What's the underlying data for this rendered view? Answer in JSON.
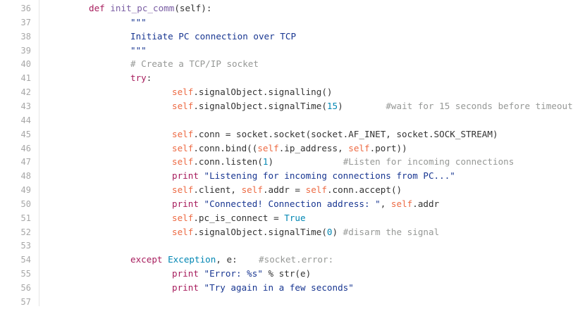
{
  "colors": {
    "keyword": "#a71d5d",
    "function": "#795da3",
    "string": "#183691",
    "comment": "#969896",
    "number": "#0086b3",
    "self": "#ed6a43",
    "class": "#0086b3",
    "text": "#333333",
    "line_number": "#a7a7a7"
  },
  "lines": [
    {
      "n": "36",
      "indent": 1,
      "tokens": [
        {
          "t": "def",
          "c": "kw"
        },
        {
          "t": " ",
          "c": "plain"
        },
        {
          "t": "init_pc_comm",
          "c": "fn"
        },
        {
          "t": "(self):",
          "c": "plain"
        }
      ]
    },
    {
      "n": "37",
      "indent": 2,
      "tokens": [
        {
          "t": "\"\"\"",
          "c": "str"
        }
      ]
    },
    {
      "n": "38",
      "indent": 2,
      "tokens": [
        {
          "t": "Initiate PC connection over TCP",
          "c": "str"
        }
      ]
    },
    {
      "n": "39",
      "indent": 2,
      "tokens": [
        {
          "t": "\"\"\"",
          "c": "str"
        }
      ]
    },
    {
      "n": "40",
      "indent": 2,
      "tokens": [
        {
          "t": "# Create a TCP/IP socket",
          "c": "cm"
        }
      ]
    },
    {
      "n": "41",
      "indent": 2,
      "tokens": [
        {
          "t": "try",
          "c": "kw"
        },
        {
          "t": ":",
          "c": "plain"
        }
      ]
    },
    {
      "n": "42",
      "indent": 3,
      "tokens": [
        {
          "t": "self",
          "c": "self"
        },
        {
          "t": ".signalObject.signalling()",
          "c": "plain"
        }
      ]
    },
    {
      "n": "43",
      "indent": 3,
      "tokens": [
        {
          "t": "self",
          "c": "self"
        },
        {
          "t": ".signalObject.signalTime(",
          "c": "plain"
        },
        {
          "t": "15",
          "c": "num"
        },
        {
          "t": ")",
          "c": "plain"
        },
        {
          "t": "        ",
          "c": "plain"
        },
        {
          "t": "#wait for 15 seconds before timeout",
          "c": "cm"
        }
      ]
    },
    {
      "n": "44",
      "indent": 0,
      "tokens": []
    },
    {
      "n": "45",
      "indent": 3,
      "tokens": [
        {
          "t": "self",
          "c": "self"
        },
        {
          "t": ".conn = socket.socket(socket.AF_INET, socket.SOCK_STREAM)",
          "c": "plain"
        }
      ]
    },
    {
      "n": "46",
      "indent": 3,
      "tokens": [
        {
          "t": "self",
          "c": "self"
        },
        {
          "t": ".conn.bind((",
          "c": "plain"
        },
        {
          "t": "self",
          "c": "self"
        },
        {
          "t": ".ip_address, ",
          "c": "plain"
        },
        {
          "t": "self",
          "c": "self"
        },
        {
          "t": ".port))",
          "c": "plain"
        }
      ]
    },
    {
      "n": "47",
      "indent": 3,
      "tokens": [
        {
          "t": "self",
          "c": "self"
        },
        {
          "t": ".conn.listen(",
          "c": "plain"
        },
        {
          "t": "1",
          "c": "num"
        },
        {
          "t": ")",
          "c": "plain"
        },
        {
          "t": "             ",
          "c": "plain"
        },
        {
          "t": "#Listen for incoming connections",
          "c": "cm"
        }
      ]
    },
    {
      "n": "48",
      "indent": 3,
      "tokens": [
        {
          "t": "print",
          "c": "kw"
        },
        {
          "t": " ",
          "c": "plain"
        },
        {
          "t": "\"Listening for incoming connections from PC...\"",
          "c": "str"
        }
      ]
    },
    {
      "n": "49",
      "indent": 3,
      "tokens": [
        {
          "t": "self",
          "c": "self"
        },
        {
          "t": ".client, ",
          "c": "plain"
        },
        {
          "t": "self",
          "c": "self"
        },
        {
          "t": ".addr = ",
          "c": "plain"
        },
        {
          "t": "self",
          "c": "self"
        },
        {
          "t": ".conn.accept()",
          "c": "plain"
        }
      ]
    },
    {
      "n": "50",
      "indent": 3,
      "tokens": [
        {
          "t": "print",
          "c": "kw"
        },
        {
          "t": " ",
          "c": "plain"
        },
        {
          "t": "\"Connected! Connection address: \"",
          "c": "str"
        },
        {
          "t": ", ",
          "c": "plain"
        },
        {
          "t": "self",
          "c": "self"
        },
        {
          "t": ".addr",
          "c": "plain"
        }
      ]
    },
    {
      "n": "51",
      "indent": 3,
      "tokens": [
        {
          "t": "self",
          "c": "self"
        },
        {
          "t": ".pc_is_connect = ",
          "c": "plain"
        },
        {
          "t": "True",
          "c": "num"
        }
      ]
    },
    {
      "n": "52",
      "indent": 3,
      "tokens": [
        {
          "t": "self",
          "c": "self"
        },
        {
          "t": ".signalObject.signalTime(",
          "c": "plain"
        },
        {
          "t": "0",
          "c": "num"
        },
        {
          "t": ") ",
          "c": "plain"
        },
        {
          "t": "#disarm the signal",
          "c": "cm"
        }
      ]
    },
    {
      "n": "53",
      "indent": 0,
      "tokens": []
    },
    {
      "n": "54",
      "indent": 2,
      "tokens": [
        {
          "t": "except",
          "c": "kw"
        },
        {
          "t": " ",
          "c": "plain"
        },
        {
          "t": "Exception",
          "c": "cls"
        },
        {
          "t": ", e:",
          "c": "plain"
        },
        {
          "t": "    ",
          "c": "plain"
        },
        {
          "t": "#socket.error:",
          "c": "cm"
        }
      ]
    },
    {
      "n": "55",
      "indent": 3,
      "tokens": [
        {
          "t": "print",
          "c": "kw"
        },
        {
          "t": " ",
          "c": "plain"
        },
        {
          "t": "\"Error: %s\"",
          "c": "str"
        },
        {
          "t": " % str(e)",
          "c": "plain"
        }
      ]
    },
    {
      "n": "56",
      "indent": 3,
      "tokens": [
        {
          "t": "print",
          "c": "kw"
        },
        {
          "t": " ",
          "c": "plain"
        },
        {
          "t": "\"Try again in a few seconds\"",
          "c": "str"
        }
      ]
    },
    {
      "n": "57",
      "indent": 0,
      "tokens": []
    }
  ]
}
